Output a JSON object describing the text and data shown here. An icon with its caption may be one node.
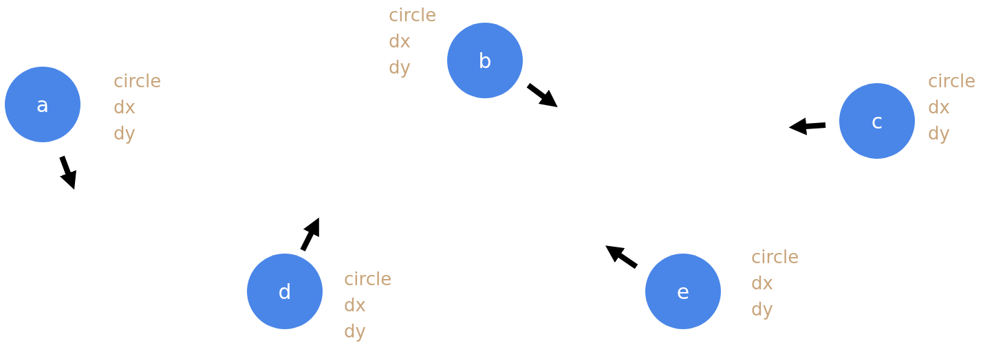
{
  "diagram": {
    "nodes": [
      {
        "text": [
          "a"
        ],
        "beside": [
          "circle",
          "dx",
          "dy"
        ]
      },
      {
        "text": [
          "b"
        ],
        "beside": [
          "circle",
          "dx",
          "dy"
        ]
      },
      {
        "text": [
          "c"
        ],
        "beside": [
          "circle",
          "dx",
          "dy"
        ]
      },
      {
        "text": [
          "d"
        ],
        "beside": [
          "circle",
          "dx",
          "dy"
        ]
      },
      {
        "text": [
          "e"
        ],
        "beside": [
          "circle",
          "dx",
          "dy"
        ]
      }
    ]
  }
}
